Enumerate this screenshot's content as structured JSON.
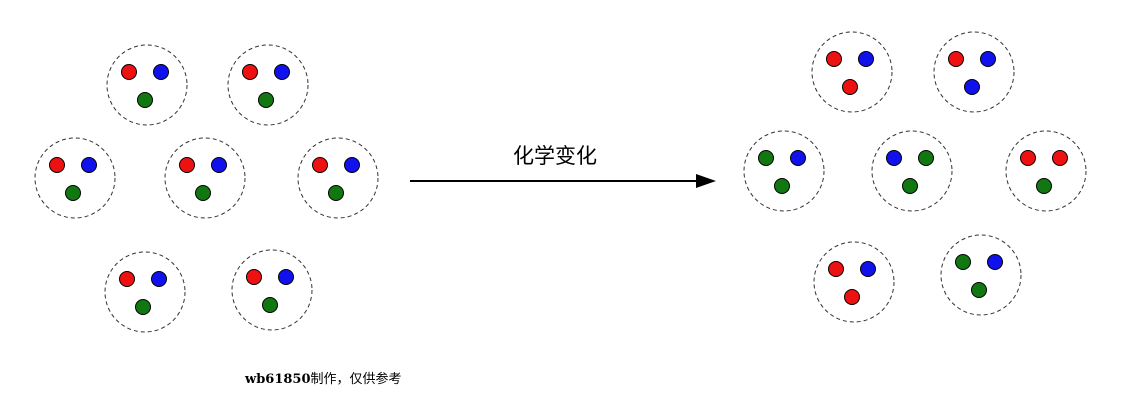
{
  "arrow_label": "化学变化",
  "credit": {
    "id": "wb61850",
    "text": "制作，仅供参考"
  },
  "colors": {
    "red": "#ee1111",
    "blue": "#1111ee",
    "green": "#117711",
    "outline": "#000000",
    "dash": "#333333"
  },
  "reactants": [
    {
      "atoms": [
        "red",
        "blue",
        "green"
      ]
    },
    {
      "atoms": [
        "red",
        "blue",
        "green"
      ]
    },
    {
      "atoms": [
        "red",
        "blue",
        "green"
      ]
    },
    {
      "atoms": [
        "red",
        "blue",
        "green"
      ]
    },
    {
      "atoms": [
        "red",
        "blue",
        "green"
      ]
    },
    {
      "atoms": [
        "red",
        "blue",
        "green"
      ]
    },
    {
      "atoms": [
        "red",
        "blue",
        "green"
      ]
    }
  ],
  "products": [
    {
      "atoms": [
        "red",
        "blue",
        "red"
      ]
    },
    {
      "atoms": [
        "red",
        "blue",
        "blue"
      ]
    },
    {
      "atoms": [
        "green",
        "blue",
        "green"
      ]
    },
    {
      "atoms": [
        "blue",
        "green",
        "green"
      ]
    },
    {
      "atoms": [
        "red",
        "red",
        "green"
      ]
    },
    {
      "atoms": [
        "red",
        "blue",
        "red"
      ]
    },
    {
      "atoms": [
        "green",
        "blue",
        "green"
      ]
    }
  ]
}
